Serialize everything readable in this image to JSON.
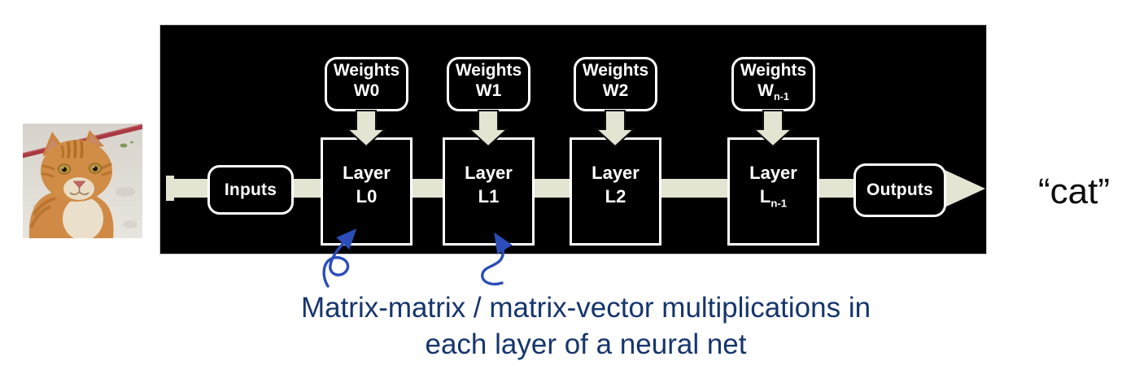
{
  "output_word": "“cat”",
  "caption": {
    "line1": "Matrix-matrix / matrix-vector multiplications in",
    "line2": "each layer of a neural net"
  },
  "diagram": {
    "inputs_label": "Inputs",
    "outputs_label": "Outputs",
    "stages": [
      {
        "weights_title": "Weights",
        "weights_name": "W0",
        "weights_sub": "",
        "layer_title": "Layer",
        "layer_name": "L0",
        "layer_sub": ""
      },
      {
        "weights_title": "Weights",
        "weights_name": "W1",
        "weights_sub": "",
        "layer_title": "Layer",
        "layer_name": "L1",
        "layer_sub": ""
      },
      {
        "weights_title": "Weights",
        "weights_name": "W2",
        "weights_sub": "",
        "layer_title": "Layer",
        "layer_name": "L2",
        "layer_sub": ""
      },
      {
        "weights_title": "Weights",
        "weights_name": "W",
        "weights_sub": "n-1",
        "layer_title": "Layer",
        "layer_name": "L",
        "layer_sub": "n-1"
      }
    ]
  },
  "colors": {
    "panel_bg": "#000000",
    "flow_band": "#e3e5d2",
    "caption_text": "#16356d",
    "annotation_arrow": "#2a4db8",
    "output_text": "#0d0d0d"
  }
}
